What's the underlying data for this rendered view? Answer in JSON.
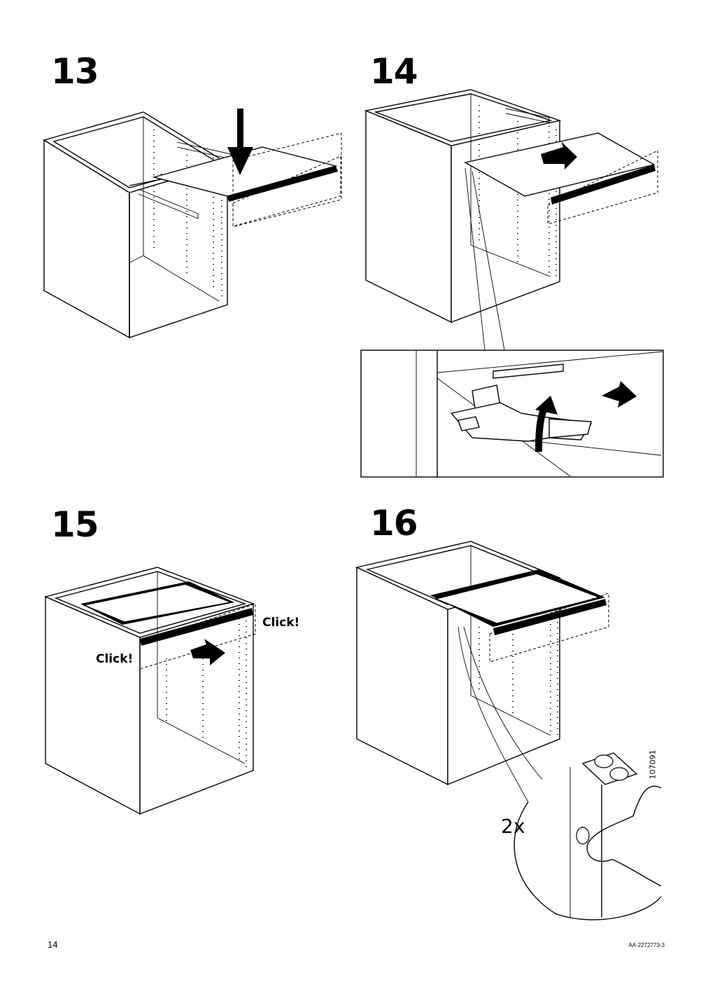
{
  "steps": [
    {
      "number": "13"
    },
    {
      "number": "14"
    },
    {
      "number": "15",
      "labels": [
        "Click!",
        "Click!"
      ]
    },
    {
      "number": "16",
      "count": "2x",
      "article": "107091"
    }
  ],
  "footer": {
    "page_number": "14",
    "document_code": "AA-2272773-3"
  }
}
